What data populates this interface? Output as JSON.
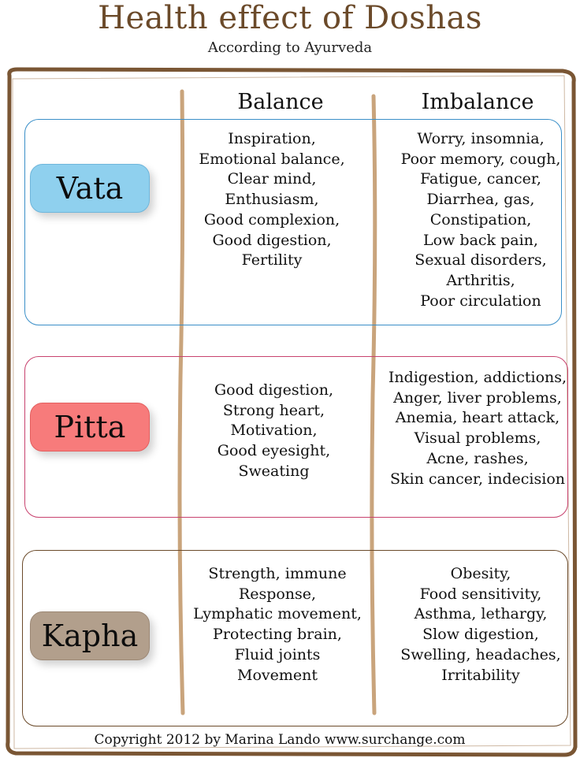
{
  "header": {
    "title": "Health effect of Doshas",
    "subtitle": "According to Ayurveda"
  },
  "columns": {
    "balance": "Balance",
    "imbalance": "Imbalance"
  },
  "doshas": [
    {
      "name": "Vata",
      "color": "#8fd0ee",
      "border_color": "#3a8fc8",
      "balance": [
        "Inspiration,",
        "Emotional balance,",
        "Clear mind,",
        "Enthusiasm,",
        "Good complexion,",
        "Good digestion,",
        "Fertility"
      ],
      "imbalance": [
        "Worry, insomnia,",
        "Poor memory, cough,",
        "Fatigue, cancer,",
        "Diarrhea, gas,",
        "Constipation,",
        "Low back pain,",
        "Sexual disorders,",
        "Arthritis,",
        "Poor circulation"
      ]
    },
    {
      "name": "Pitta",
      "color": "#f77b7b",
      "border_color": "#c8426e",
      "balance": [
        "Good digestion,",
        "Strong heart,",
        "Motivation,",
        "Good eyesight,",
        "Sweating"
      ],
      "imbalance": [
        "Indigestion, addictions,",
        "Anger, liver problems,",
        "Anemia, heart attack,",
        "Visual problems,",
        "Acne, rashes,",
        "Skin cancer, indecision"
      ]
    },
    {
      "name": "Kapha",
      "color": "#b29f8c",
      "border_color": "#6b4a2a",
      "balance": [
        "Strength, immune",
        "Response,",
        "Lymphatic movement,",
        "Protecting brain,",
        "Fluid joints",
        "Movement"
      ],
      "imbalance": [
        "Obesity,",
        "Food sensitivity,",
        "Asthma, lethargy,",
        "Slow digestion,",
        "Swelling, headaches,",
        "Irritability"
      ]
    }
  ],
  "footer": {
    "copyright": "Copyright 2012 by Marina Lando www.surchange.com"
  },
  "colors": {
    "frame": "#7a5634",
    "divider": "#c9a47c"
  }
}
